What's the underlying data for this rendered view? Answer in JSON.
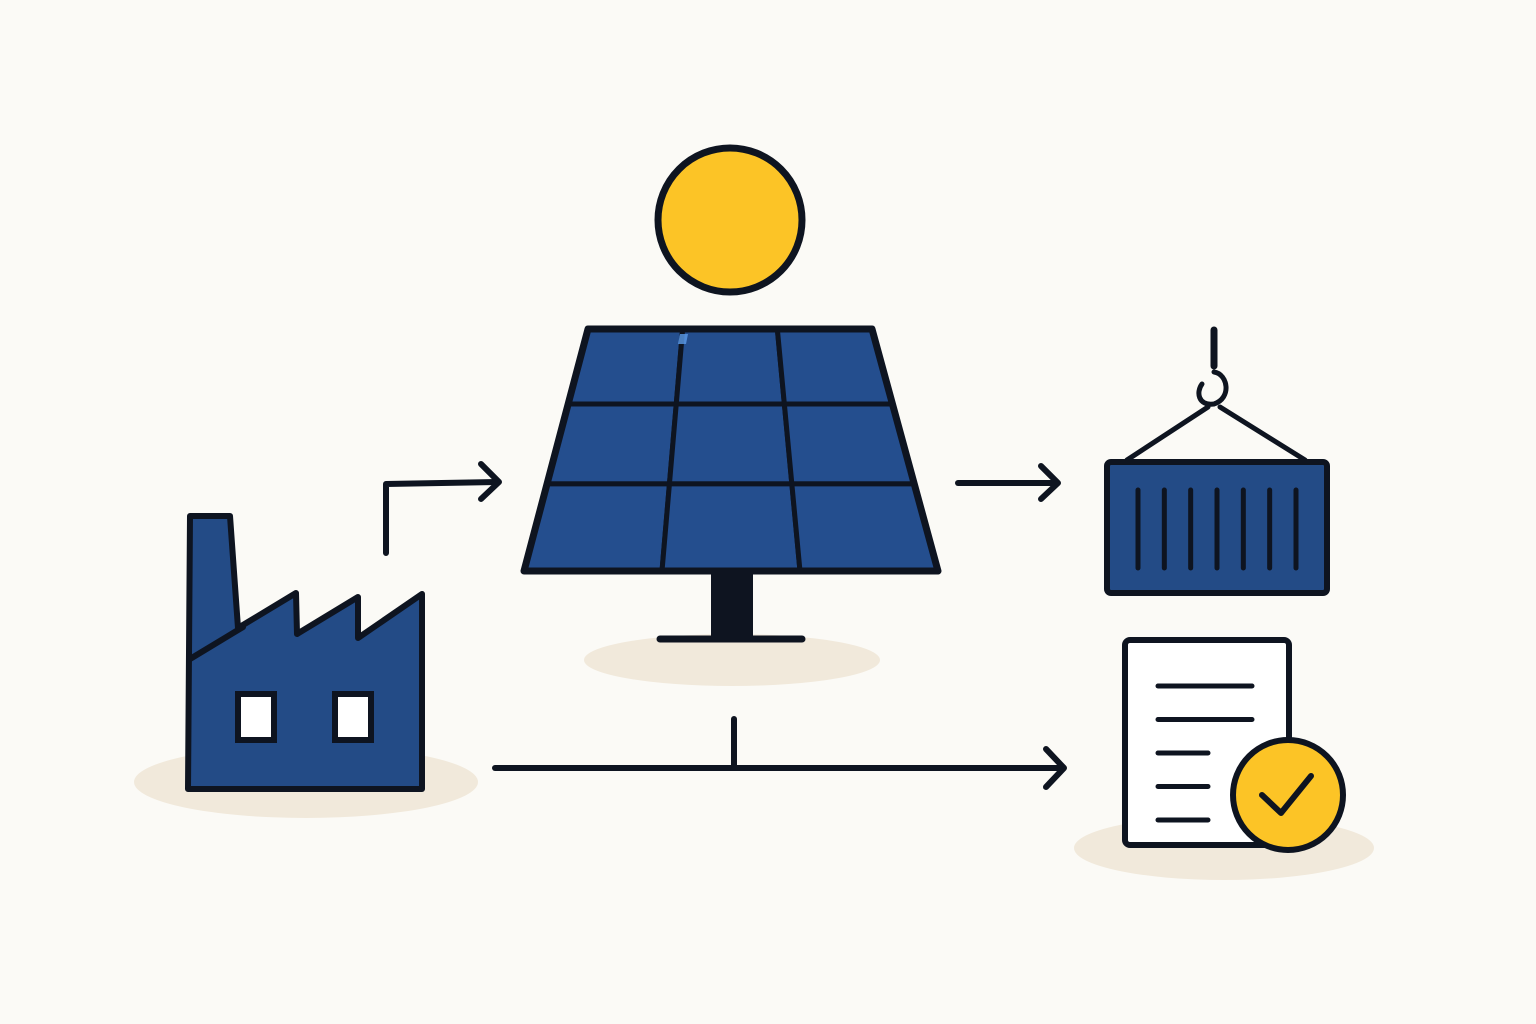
{
  "colors": {
    "background": "#FBFAF6",
    "navy": "#234B86",
    "cell_blue": "#244E8E",
    "outline": "#0E1420",
    "sun_yellow": "#FCC426",
    "shadow": "#F1E9DB",
    "paper": "#FFFFFF",
    "highlight": "#5B9BEA"
  },
  "icons": {
    "factory": "factory-icon",
    "sun": "sun-icon",
    "solar_panel": "solar-panel-icon",
    "container": "shipping-container-icon",
    "crane_hook": "crane-hook-icon",
    "document": "document-icon",
    "approval": "check-badge-icon"
  },
  "solar_panel": {
    "rows": 3,
    "columns": 3
  },
  "container": {
    "ribs": 7
  },
  "document": {
    "text_lines": 5
  },
  "flows": [
    {
      "from": "factory",
      "to": "solar-panel"
    },
    {
      "from": "solar-panel",
      "to": "shipping-container"
    },
    {
      "from": "factory",
      "to": "certified-document"
    }
  ]
}
